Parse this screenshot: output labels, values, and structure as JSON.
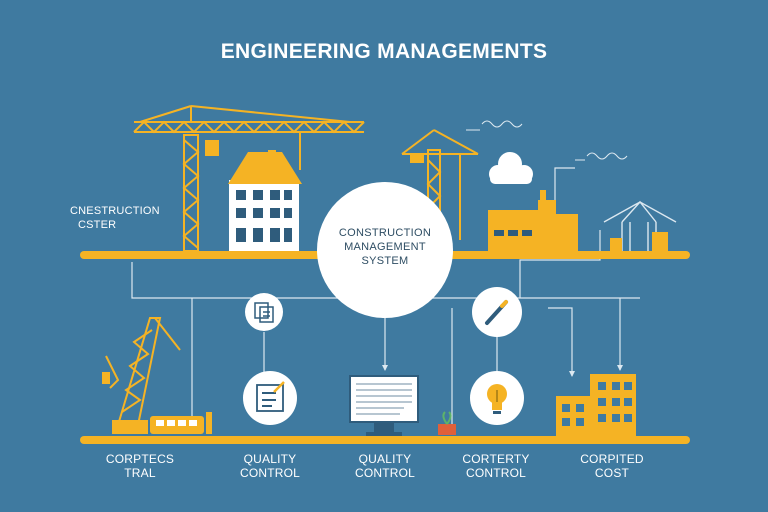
{
  "title": "ENGINEERING MANAGEMENTS",
  "left_label": {
    "line1": "CNESTRUCTION",
    "line2": "CSTER"
  },
  "hub": {
    "line1": "CONSTRUCTION",
    "line2": "MANAGEMENT",
    "line3": "SYSTEM"
  },
  "bottom_labels": [
    {
      "line1": "CORPTECS",
      "line2": "TRAL"
    },
    {
      "line1": "QUALITY",
      "line2": "CONTROL"
    },
    {
      "line1": "QUALITY",
      "line2": "CONTROL"
    },
    {
      "line1": "CORTERTY",
      "line2": "CONTROL"
    },
    {
      "line1": "CORPITED",
      "line2": "COST"
    }
  ],
  "colors": {
    "background": "#3f7aa0",
    "accent": "#f5b324",
    "node_fill": "#ffffff",
    "line": "#dce8f0"
  },
  "icons": [
    "blueprint-icon",
    "pencil-icon",
    "checklist-icon",
    "monitor-icon",
    "lightbulb-icon"
  ]
}
